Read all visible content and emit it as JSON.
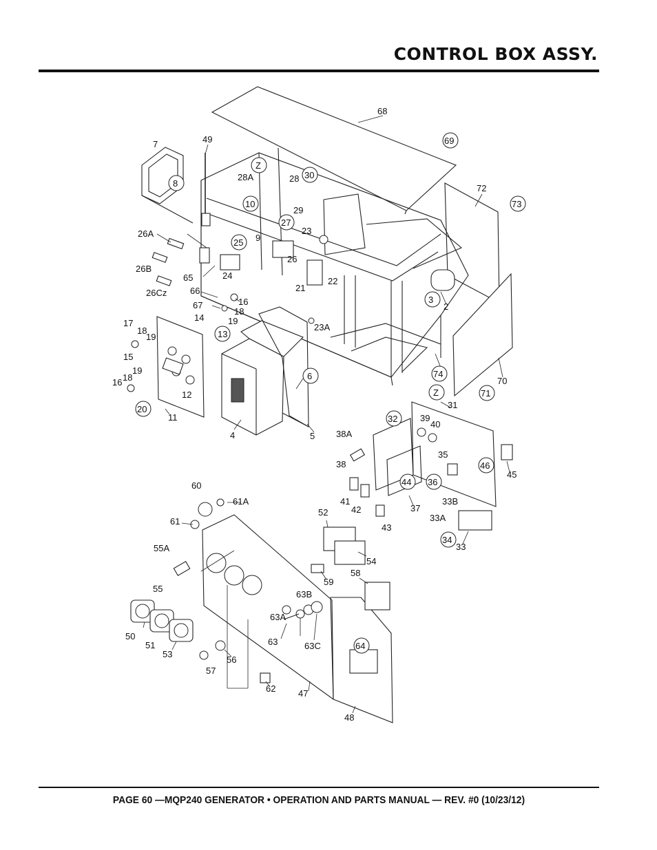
{
  "header": {
    "title": "CONTROL BOX ASSY."
  },
  "footer": {
    "text": "PAGE 60 —MQP240 GENERATOR • OPERATION AND PARTS MANUAL — REV. #0 (10/23/12)"
  },
  "labels": [
    "68",
    "69",
    "49",
    "7",
    "8",
    "Z",
    "28A",
    "28",
    "30",
    "29",
    "72",
    "73",
    "10",
    "27",
    "23",
    "9",
    "25",
    "26A",
    "26",
    "26B",
    "21",
    "22",
    "65",
    "24",
    "26Cz",
    "66",
    "16",
    "3",
    "2",
    "67",
    "18",
    "19",
    "14",
    "13",
    "23A",
    "17",
    "18",
    "19",
    "15",
    "19",
    "18",
    "16",
    "12",
    "20",
    "11",
    "6",
    "4",
    "5",
    "74",
    "70",
    "71",
    "Z",
    "31",
    "32",
    "39",
    "40",
    "38A",
    "35",
    "46",
    "45",
    "38",
    "44",
    "36",
    "41",
    "42",
    "37",
    "33B",
    "43",
    "33A",
    "34",
    "33",
    "60",
    "61A",
    "61",
    "52",
    "55A",
    "54",
    "55",
    "59",
    "58",
    "63B",
    "63A",
    "50",
    "63",
    "51",
    "63C",
    "53",
    "64",
    "56",
    "57",
    "62",
    "47",
    "48"
  ]
}
